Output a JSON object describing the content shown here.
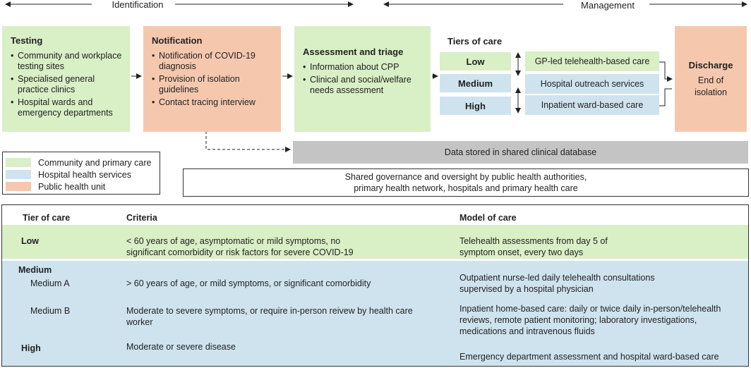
{
  "phases": {
    "identification": "Identification",
    "management": "Management"
  },
  "testing": {
    "title": "Testing",
    "items": [
      "Community and workplace testing sites",
      "Specialised general practice clinics",
      "Hospital wards and emergency departments"
    ]
  },
  "notification": {
    "title": "Notification",
    "items": [
      "Notification of COVID-19 diagnosis",
      "Provision of isolation guidelines",
      "Contact tracing interview"
    ]
  },
  "assessment": {
    "title": "Assessment and triage",
    "items": [
      "Information about CPP",
      "Clinical and social/welfare needs assessment"
    ]
  },
  "tiers": {
    "title": "Tiers of care",
    "low": "Low",
    "medium": "Medium",
    "high": "High"
  },
  "care_models": {
    "low": "GP-led telehealth-based care",
    "medium": "Hospital outreach services",
    "high": "Inpatient ward-based care"
  },
  "discharge": {
    "title": "Discharge",
    "text": "End of isolation"
  },
  "database": "Data stored in shared clinical database",
  "governance": "Shared governance and oversight by public health authorities, primary health network, hospitals and primary health care",
  "legend": [
    "Community and primary care",
    "Hospital health services",
    "Public health unit"
  ],
  "colors": {
    "community": "#d9efc6",
    "hospital": "#cfe3ef",
    "public_health": "#f5c8ae",
    "database": "#c4c4c4"
  },
  "table": {
    "headers": [
      "Tier of care",
      "Criteria",
      "Model of care"
    ],
    "low": {
      "tier": "Low",
      "criteria": "< 60 years of age, asymptomatic or mild symptoms, no significant comorbidity or risk factors for severe COVID-19",
      "model": "Telehealth assessments from day 5 of symptom onset, every two days"
    },
    "medium": "Medium",
    "medium_a": {
      "tier": "Medium A",
      "criteria": "> 60 years of age, or mild symptoms, or significant comorbidity",
      "model": "Outpatient nurse-led daily telehealth consultations supervised by a hospital physician"
    },
    "medium_b": {
      "tier": "Medium B",
      "criteria": "Moderate to severe symptoms, or require in-person reivew by health care worker",
      "model": "Inpatient home-based care: daily or twice daily in-person/telehealth reviews, remote patient monitoring; laboratory investigations, medications and intravenous fluids"
    },
    "high": {
      "tier": "High",
      "criteria": "Moderate or severe disease",
      "model": "Emergency department assessment and hospital ward-based care"
    }
  }
}
